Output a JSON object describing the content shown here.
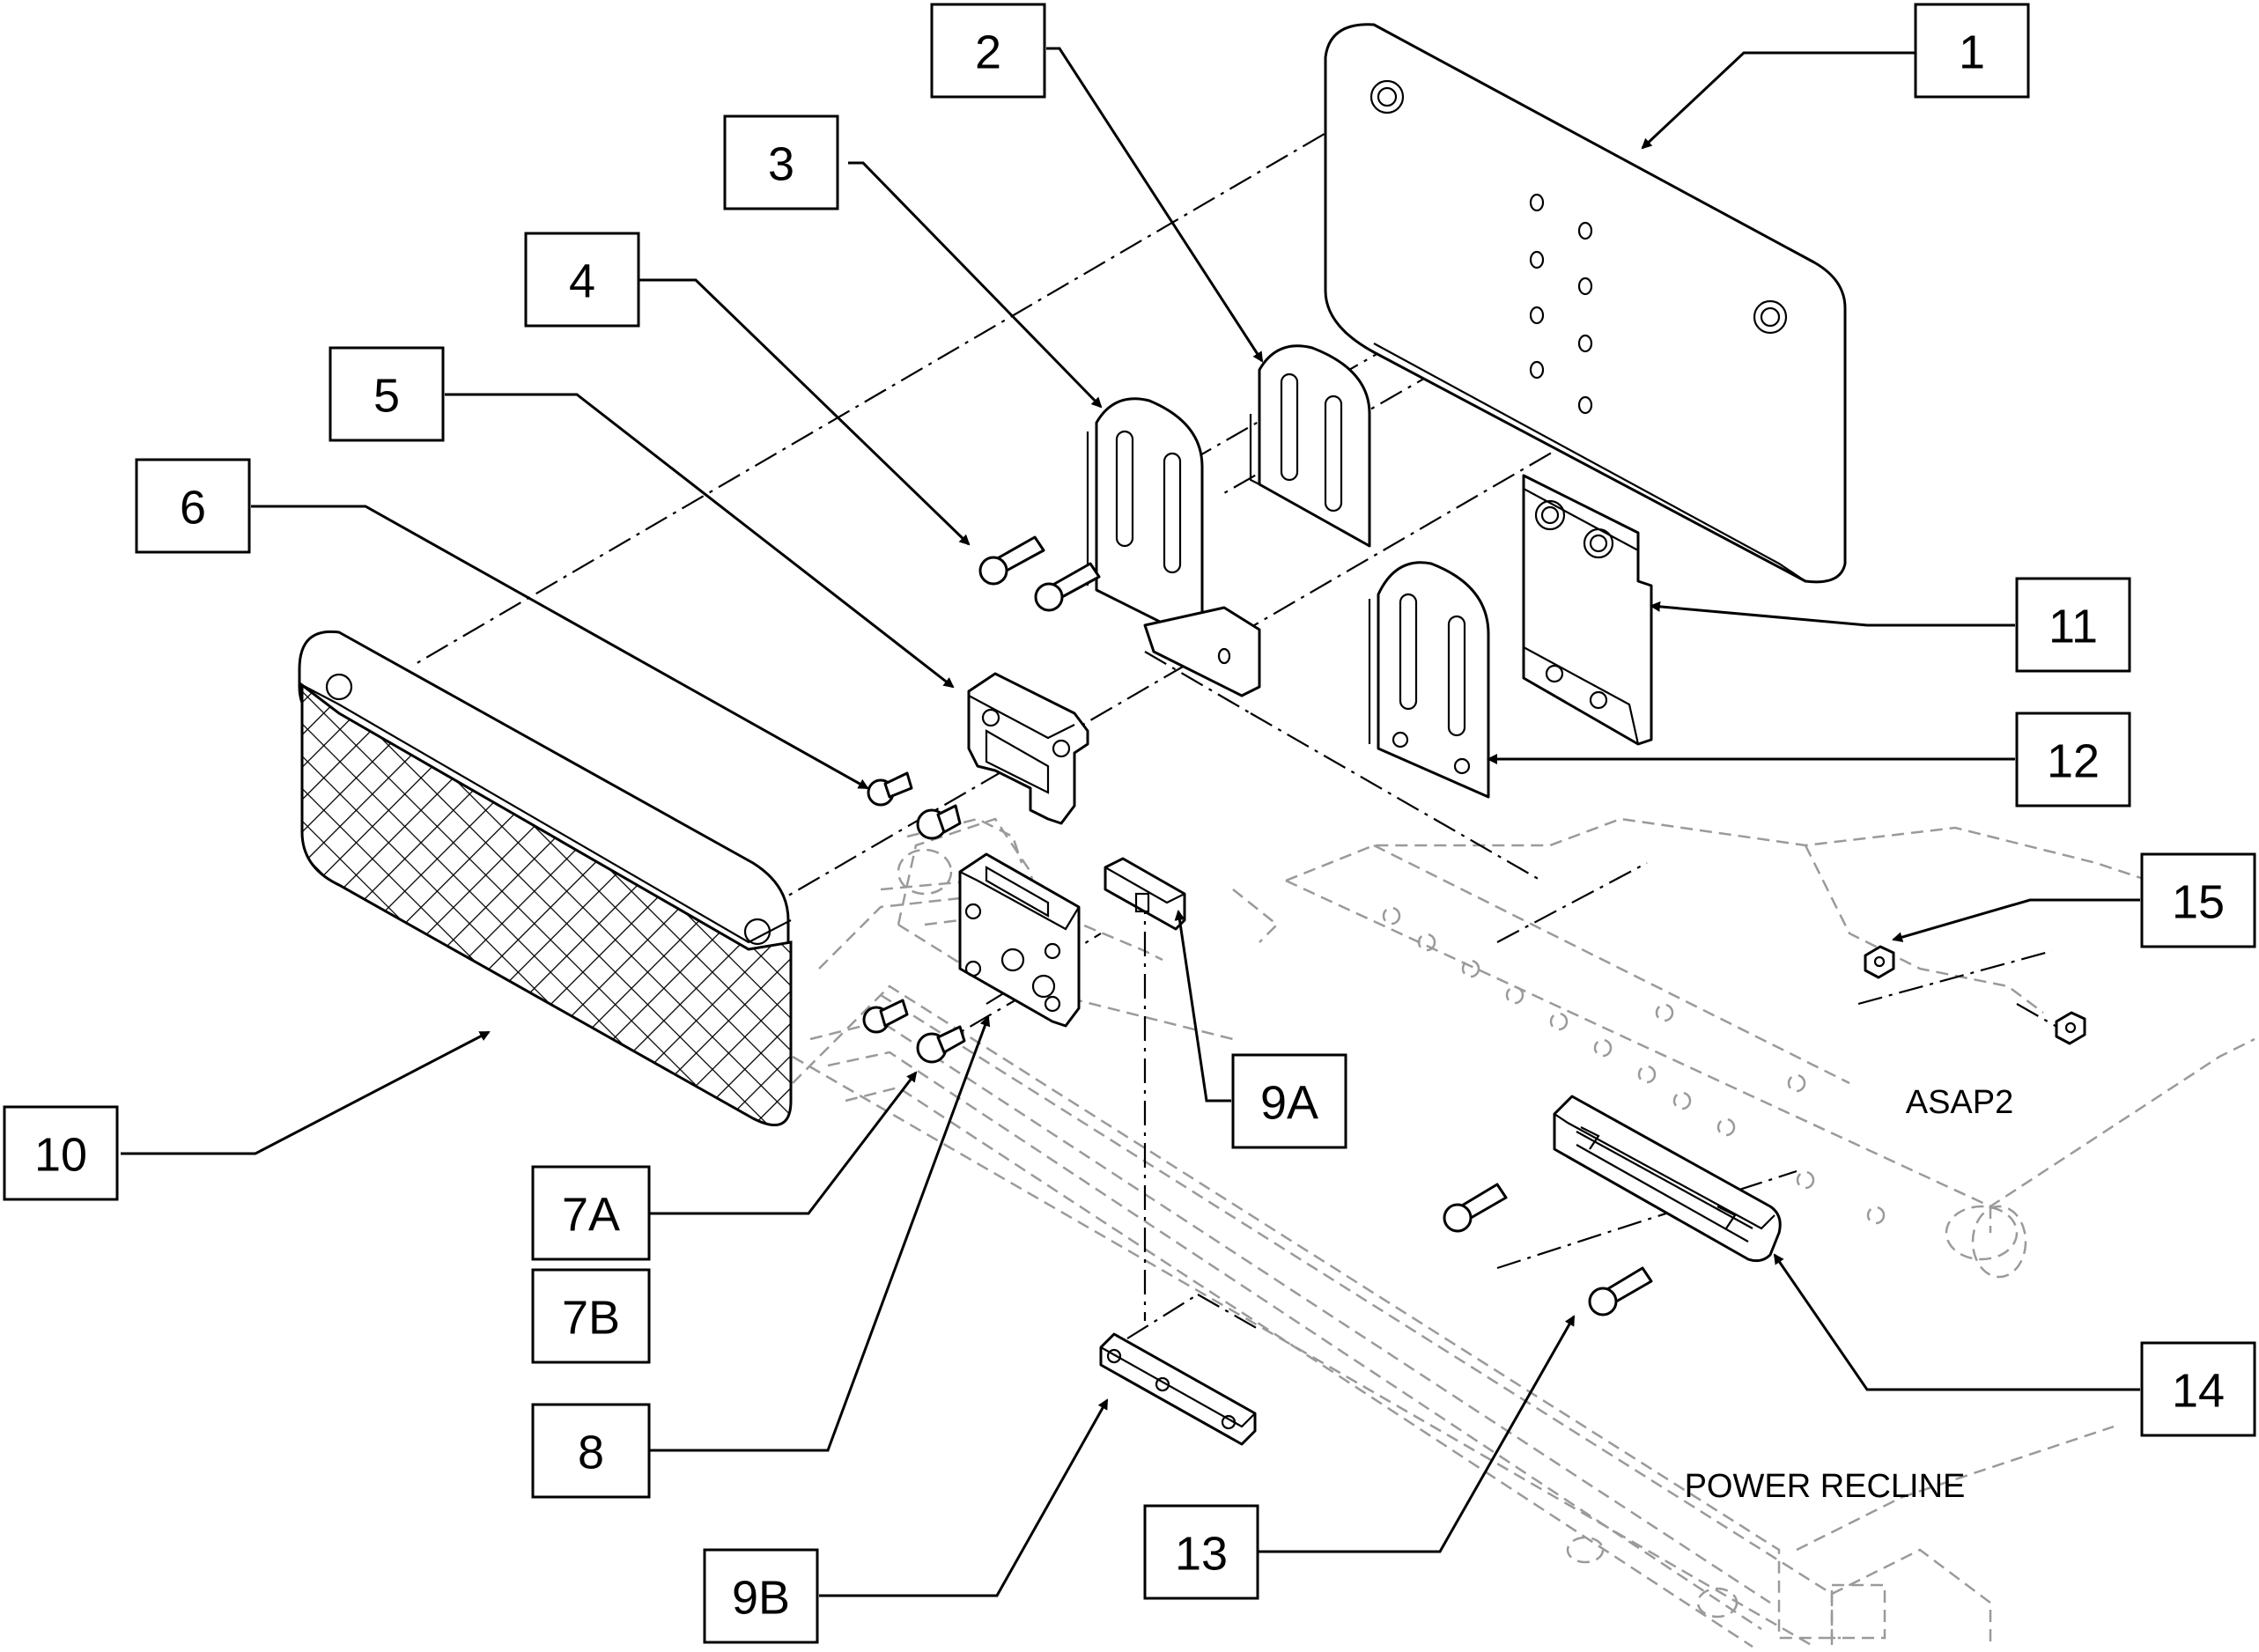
{
  "diagram": {
    "callouts": [
      {
        "id": "1",
        "label": "1"
      },
      {
        "id": "2",
        "label": "2"
      },
      {
        "id": "3",
        "label": "3"
      },
      {
        "id": "4",
        "label": "4"
      },
      {
        "id": "5",
        "label": "5"
      },
      {
        "id": "6",
        "label": "6"
      },
      {
        "id": "7A",
        "label": "7A"
      },
      {
        "id": "7B",
        "label": "7B"
      },
      {
        "id": "8",
        "label": "8"
      },
      {
        "id": "9A",
        "label": "9A"
      },
      {
        "id": "9B",
        "label": "9B"
      },
      {
        "id": "10",
        "label": "10"
      },
      {
        "id": "11",
        "label": "11"
      },
      {
        "id": "12",
        "label": "12"
      },
      {
        "id": "13",
        "label": "13"
      },
      {
        "id": "14",
        "label": "14"
      },
      {
        "id": "15",
        "label": "15"
      }
    ],
    "frame_labels": {
      "asap2": "ASAP2",
      "power_recline": "POWER RECLINE"
    }
  }
}
